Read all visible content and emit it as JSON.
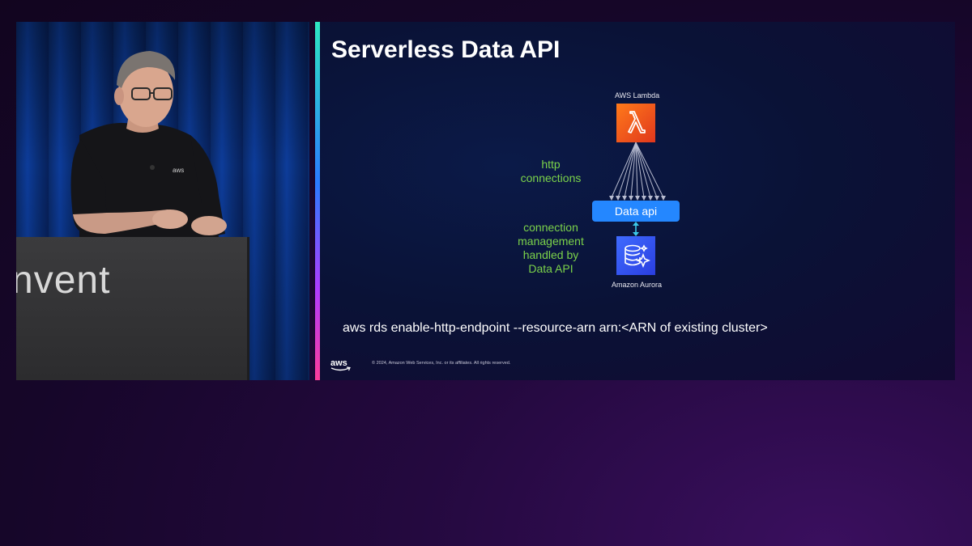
{
  "video": {
    "podium_text": "nvent",
    "shirt_logo": "aws"
  },
  "slide": {
    "title": "Serverless Data API",
    "diagram": {
      "lambda_label": "AWS Lambda",
      "http_label": "http\nconnections",
      "data_api_label": "Data api",
      "connection_label": "connection\nmanagement\nhandled by\nData API",
      "aurora_label": "Amazon Aurora"
    },
    "command": "aws rds enable-http-endpoint --resource-arn arn:<ARN of existing cluster>",
    "footer": {
      "logo_text": "aws",
      "copyright": "© 2024, Amazon Web Services, Inc. or its affiliates. All rights reserved."
    }
  },
  "colors": {
    "accent_green": "#7bd34a",
    "data_api_blue": "#2487ff",
    "lambda_orange": "#ff7a1a",
    "aurora_blue": "#3f6bff"
  },
  "icons": [
    "lambda-icon",
    "aurora-database-icon",
    "aws-logo-icon"
  ]
}
